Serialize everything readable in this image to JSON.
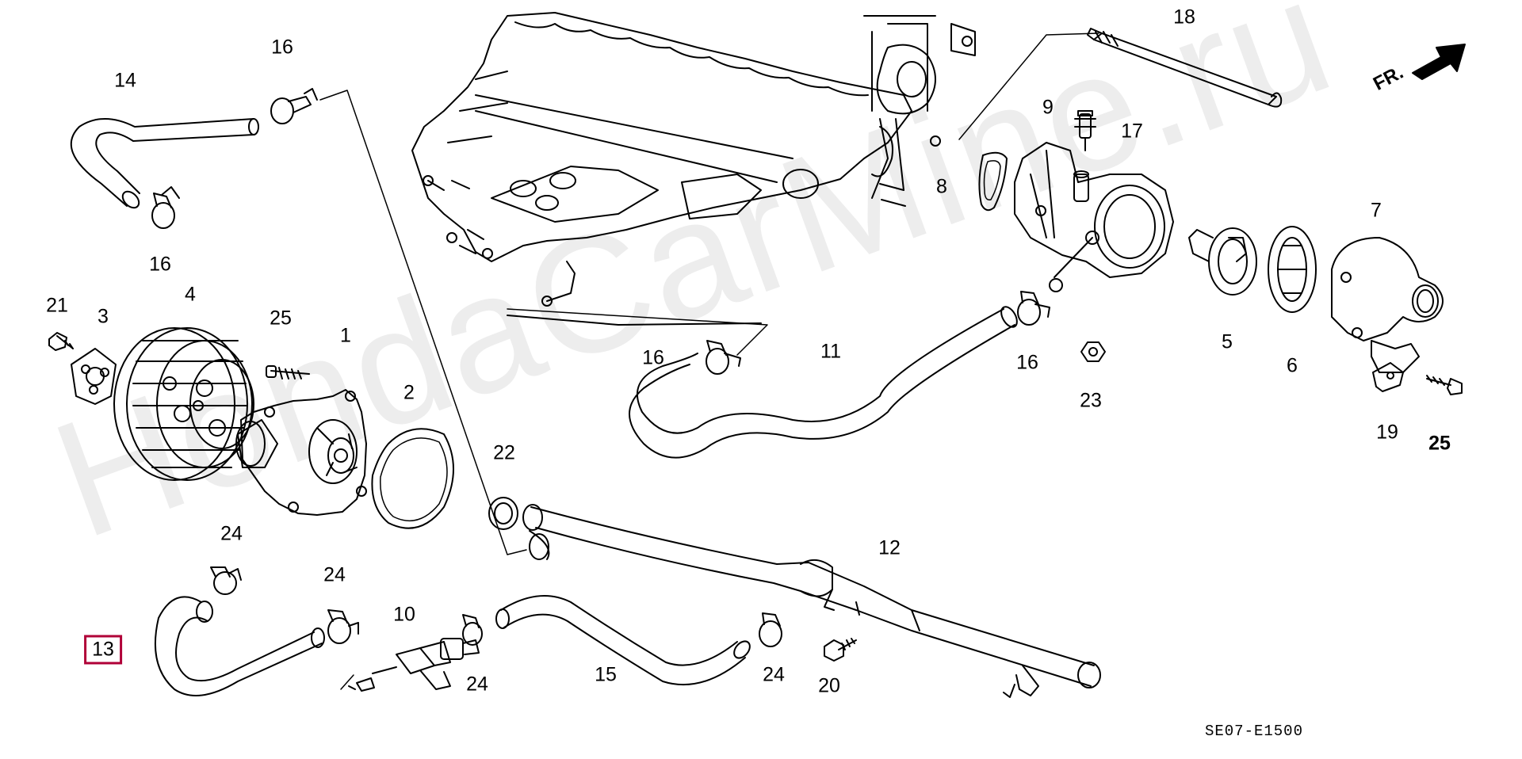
{
  "watermark": "HondaCarMine.ru",
  "diagram_code": "SE07-E1500",
  "direction_label": "FR.",
  "accent_color": "#b00037",
  "highlighted_part": "13",
  "callouts": [
    {
      "id": "c1",
      "text": "1"
    },
    {
      "id": "c2",
      "text": "2"
    },
    {
      "id": "c3",
      "text": "3"
    },
    {
      "id": "c4",
      "text": "4"
    },
    {
      "id": "c5",
      "text": "5"
    },
    {
      "id": "c6",
      "text": "6"
    },
    {
      "id": "c7",
      "text": "7"
    },
    {
      "id": "c8",
      "text": "8"
    },
    {
      "id": "c9",
      "text": "9"
    },
    {
      "id": "c10",
      "text": "10"
    },
    {
      "id": "c11",
      "text": "11"
    },
    {
      "id": "c12",
      "text": "12"
    },
    {
      "id": "c13",
      "text": "13"
    },
    {
      "id": "c14",
      "text": "14"
    },
    {
      "id": "c15",
      "text": "15"
    },
    {
      "id": "c16a",
      "text": "16"
    },
    {
      "id": "c16b",
      "text": "16"
    },
    {
      "id": "c16c",
      "text": "16"
    },
    {
      "id": "c16d",
      "text": "16"
    },
    {
      "id": "c17",
      "text": "17"
    },
    {
      "id": "c18",
      "text": "18"
    },
    {
      "id": "c19",
      "text": "19"
    },
    {
      "id": "c20",
      "text": "20"
    },
    {
      "id": "c21",
      "text": "21"
    },
    {
      "id": "c22",
      "text": "22"
    },
    {
      "id": "c23",
      "text": "23"
    },
    {
      "id": "c24a",
      "text": "24"
    },
    {
      "id": "c24b",
      "text": "24"
    },
    {
      "id": "c24c",
      "text": "24"
    },
    {
      "id": "c24d",
      "text": "24"
    },
    {
      "id": "c25a",
      "text": "25"
    },
    {
      "id": "c25b",
      "text": "25"
    }
  ]
}
